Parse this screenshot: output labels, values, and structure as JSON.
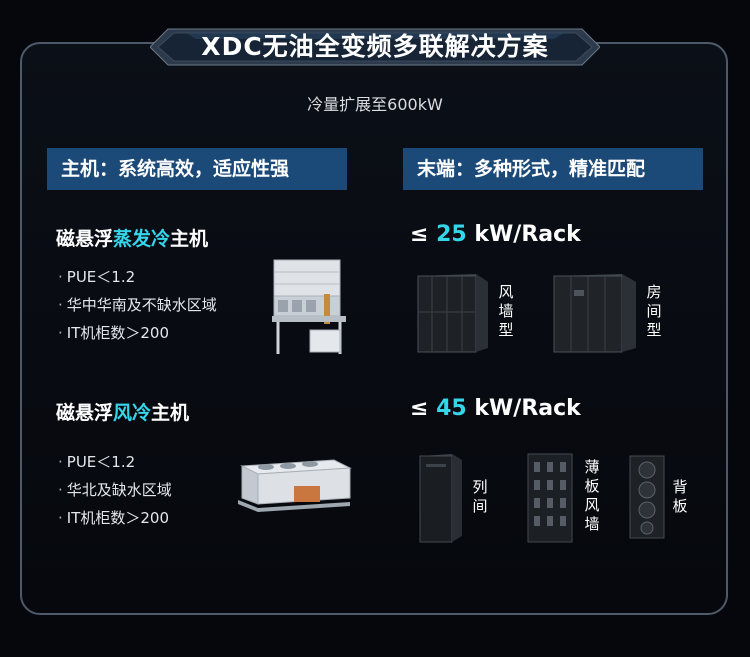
{
  "header": {
    "title": "XDC无油全变频多联解决方案",
    "subtitle": "冷量扩展至600kW"
  },
  "left_section": {
    "heading": "主机：系统高效，适应性强",
    "units": [
      {
        "title_prefix": "磁悬浮",
        "title_highlight": "蒸发冷",
        "title_suffix": "主机",
        "bullets": [
          "PUE＜1.2",
          "华中华南及不缺水区域",
          "IT机柜数＞200"
        ]
      },
      {
        "title_prefix": "磁悬浮",
        "title_highlight": "风冷",
        "title_suffix": "主机",
        "bullets": [
          "PUE＜1.2",
          "华北及缺水区域",
          "IT机柜数＞200"
        ]
      }
    ]
  },
  "right_section": {
    "heading": "末端：多种形式，精准匹配",
    "tiers": [
      {
        "prefix": "≤",
        "value": "25",
        "unit": "kW/Rack",
        "products": [
          "风墙型",
          "房间型"
        ]
      },
      {
        "prefix": "≤",
        "value": "45",
        "unit": "kW/Rack",
        "products": [
          "列间",
          "薄板风墙",
          "背板"
        ]
      }
    ]
  },
  "colors": {
    "accent": "#35d6ea",
    "section_bg": "#1c4a78",
    "background": "#05070c",
    "frame": "#4e5a69"
  }
}
